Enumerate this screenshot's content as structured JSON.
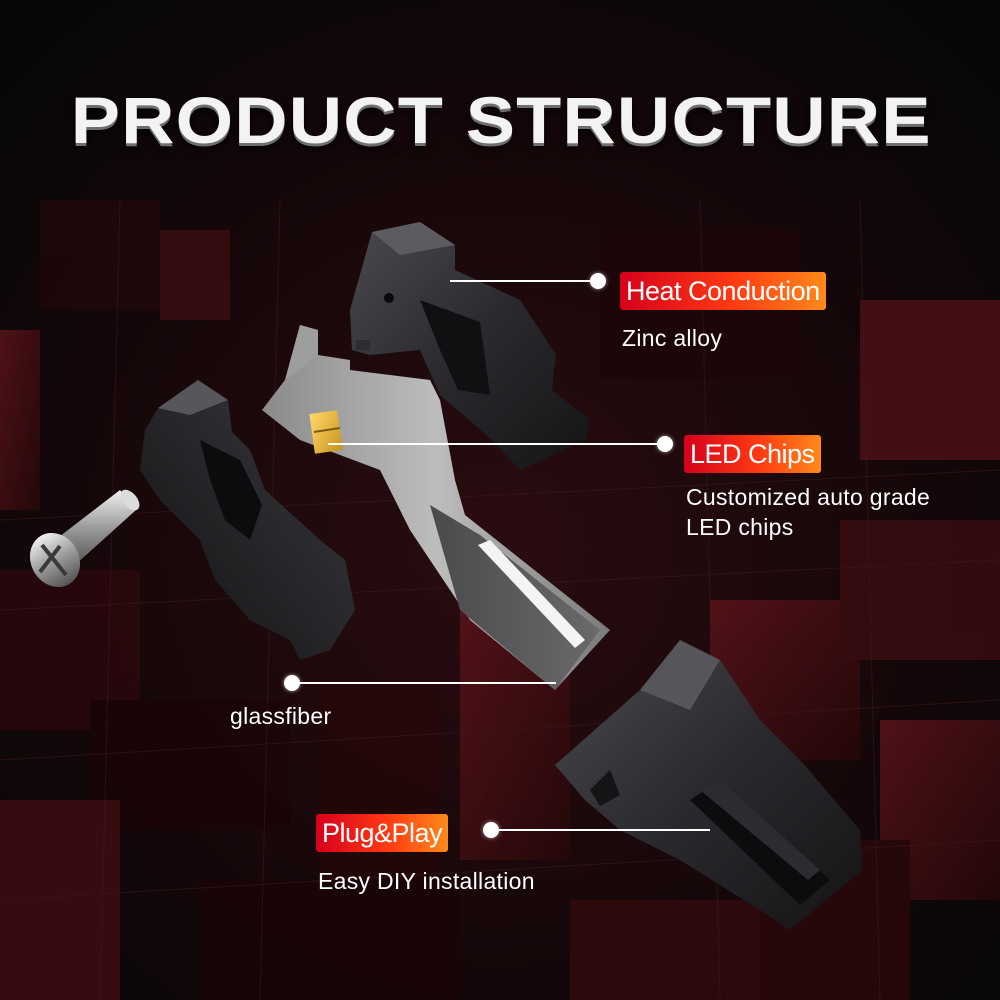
{
  "title": "PRODUCT STRUCTURE",
  "callouts": {
    "heat": {
      "label": "Heat Conduction",
      "desc": "Zinc alloy"
    },
    "led": {
      "label": "LED Chips",
      "desc_line1": "Customized auto grade",
      "desc_line2": "LED chips"
    },
    "glass": {
      "desc": "glassfiber"
    },
    "plug": {
      "label": "Plug&Play",
      "desc": "Easy DIY installation"
    }
  },
  "colors": {
    "background": "#0b0b0d",
    "badge_start": "#d6001c",
    "badge_end": "#ff8a1a",
    "text": "#ffffff"
  },
  "icons": [
    "led-bulb-exploded-illustration",
    "screw-icon"
  ]
}
